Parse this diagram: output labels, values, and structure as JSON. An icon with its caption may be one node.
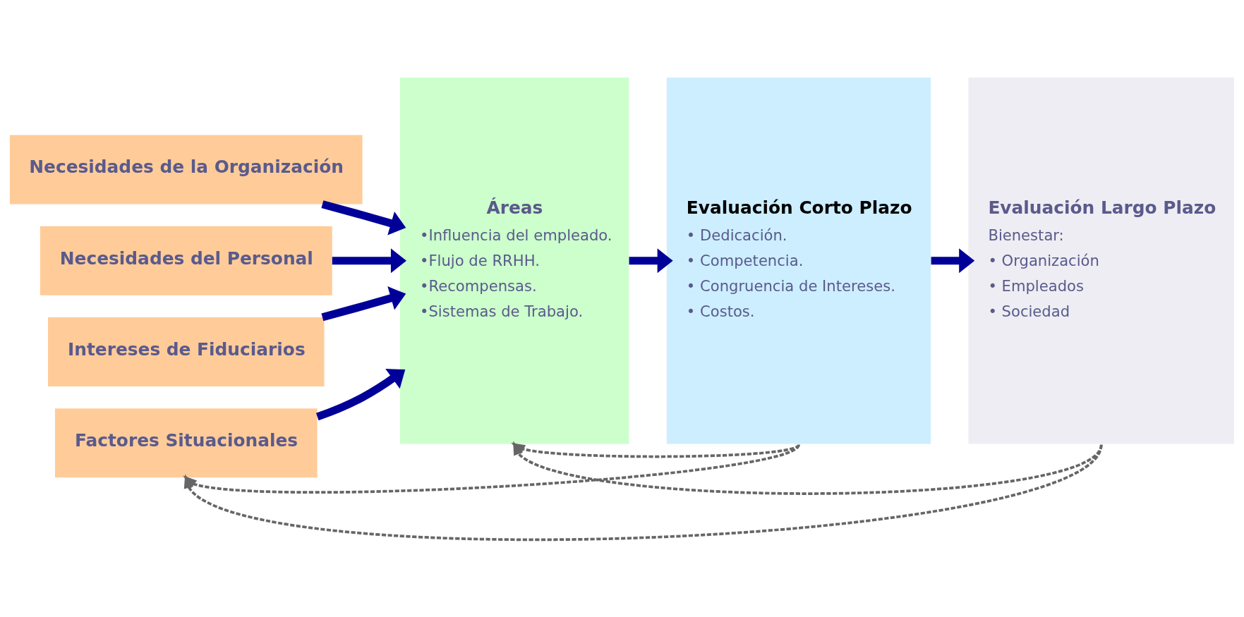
{
  "diagram": {
    "nodes": [
      {
        "text": [
          "Necesidades de la Organización"
        ]
      },
      {
        "text": [
          "Necesidades del Personal"
        ]
      },
      {
        "text": [
          "Intereses de Fiduciarios"
        ]
      },
      {
        "text": [
          "Factores Situacionales"
        ]
      },
      {
        "text": [
          "Áreas",
          "•Influencia del empleado.",
          "•Flujo de RRHH.",
          "•Recompensas.",
          "•Sistemas de Trabajo."
        ]
      },
      {
        "text": [
          "Evaluación Corto Plazo",
          "• Dedicación.",
          "• Competencia.",
          "• Congruencia de Intereses.",
          "• Costos."
        ]
      },
      {
        "text": [
          "Evaluación Largo Plazo",
          "Bienestar:",
          "• Organización",
          "• Empleados",
          "• Sociedad"
        ]
      }
    ],
    "edges": [
      {
        "from": 0,
        "to": 4,
        "arrow": "to"
      },
      {
        "from": 1,
        "to": 4,
        "arrow": "to"
      },
      {
        "from": 2,
        "to": 4,
        "arrow": "to"
      },
      {
        "from": 3,
        "to": 4,
        "arrow": "to"
      },
      {
        "from": 4,
        "to": 5,
        "arrow": "to"
      },
      {
        "from": 5,
        "to": 6,
        "arrow": "to"
      },
      {
        "from": 5,
        "to": 3,
        "arrow": "to",
        "style": "dashed",
        "color": "#666666"
      },
      {
        "from": 5,
        "to": 4,
        "arrow": "to",
        "style": "dashed",
        "color": "#666666"
      },
      {
        "from": 6,
        "to": 3,
        "arrow": "to",
        "style": "dashed",
        "color": "#666666"
      },
      {
        "from": 6,
        "to": 4,
        "arrow": "to",
        "style": "dashed",
        "color": "#666666"
      }
    ]
  }
}
